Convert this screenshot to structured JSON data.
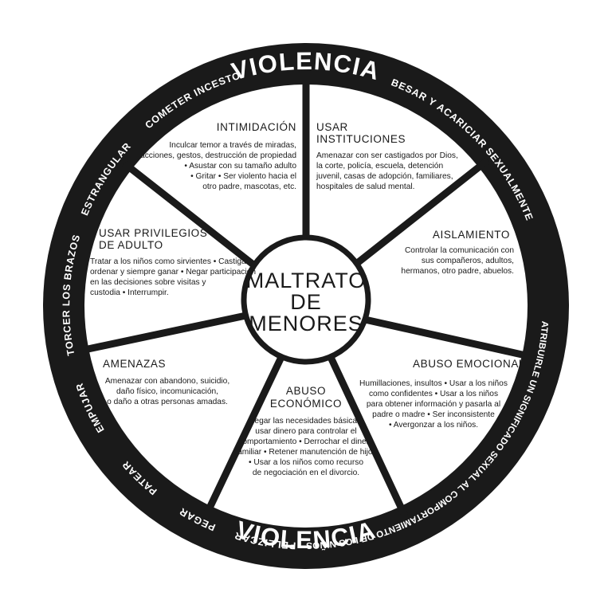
{
  "center": {
    "lines": [
      "MALTRATO",
      "DE",
      "MENORES"
    ]
  },
  "ring": {
    "violence_top": "VIOLENCIA",
    "violence_bottom": "VIOLENCIA",
    "labels": [
      "COMETER INCESTO",
      "ESTRANGULAR",
      "TORCER LOS BRAZOS",
      "EMPUJAR",
      "PATEAR",
      "PEGAR",
      "PELLIZCAR",
      "BESAR Y ACARICIAR SEXUALMENTE",
      "ATRIBUIRLE UN SIGNIFICADO SEXUAL AL COMPORTAMIENTO DE LOS NIÑOS"
    ]
  },
  "segments": [
    {
      "id": "intimidacion",
      "title": [
        "INTIMIDACIÓN"
      ],
      "body": [
        "Inculcar temor a través de miradas,",
        "acciones, gestos, destrucción de propiedad",
        "• Asustar con su tamaño adulto",
        "• Gritar • Ser violento hacia el",
        "otro padre, mascotas, etc."
      ]
    },
    {
      "id": "usar-instituciones",
      "title": [
        "USAR",
        "INSTITUCIONES"
      ],
      "body": [
        "Amenazar con ser castigados por Dios,",
        "la corte, policía, escuela, detención",
        "juvenil, casas de adopción, familiares,",
        "hospitales de salud mental."
      ]
    },
    {
      "id": "aislamiento",
      "title": [
        "AISLAMIENTO"
      ],
      "body": [
        "Controlar la comunicación con",
        "sus compañeros, adultos,",
        "hermanos, otro padre, abuelos."
      ]
    },
    {
      "id": "abuso-emocional",
      "title": [
        "ABUSO EMOCIONAL"
      ],
      "body": [
        "Humillaciones, insultos • Usar a los niños",
        "como confidentes • Usar a los niños",
        "para obtener información y pasarla al",
        "padre o madre • Ser inconsistente",
        "• Avergonzar a los niños."
      ]
    },
    {
      "id": "abuso-economico",
      "title": [
        "ABUSO",
        "ECONÓMICO"
      ],
      "body": [
        "Negar las necesidades básicas,",
        "usar dinero para controlar el",
        "comportamiento • Derrochar el dinero",
        "familiar • Retener manutención de hijos",
        "• Usar a los niños como recurso",
        "de negociación en el divorcio."
      ]
    },
    {
      "id": "amenazas",
      "title": [
        "AMENAZAS"
      ],
      "body": [
        "Amenazar con abandono, suicidio,",
        "daño físico, incomunicación,",
        "o daño a otras personas amadas."
      ]
    },
    {
      "id": "usar-privilegios",
      "title": [
        "USAR PRIVILEGIOS",
        "DE ADULTO"
      ],
      "body": [
        "Tratar a los niños como sirvientes • Castigar,",
        "ordenar y siempre ganar • Negar participación",
        "en las decisiones sobre visitas y",
        "custodia • Interrumpir."
      ]
    }
  ]
}
